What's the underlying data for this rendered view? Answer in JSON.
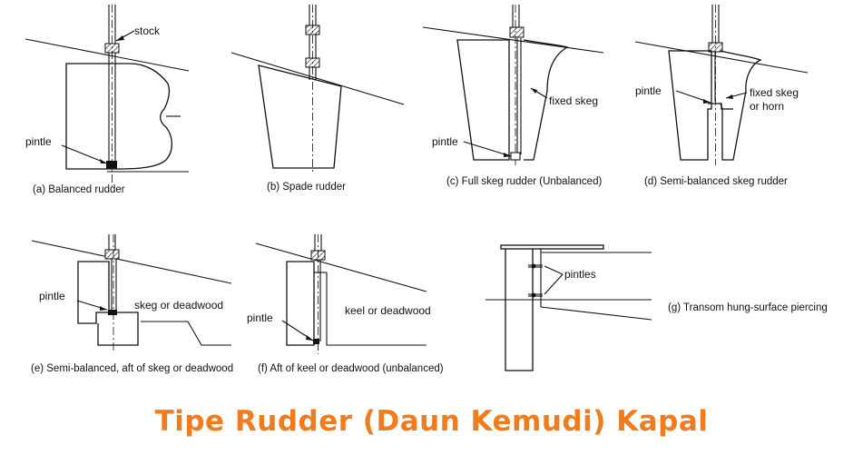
{
  "title": "Tipe Rudder (Daun Kemudi) Kapal",
  "colors": {
    "title": "#f07c1e",
    "lines": "#111111",
    "background": "#ffffff"
  },
  "figures": {
    "a": {
      "caption": "(a) Balanced rudder",
      "labels": [
        "stock",
        "pintle"
      ]
    },
    "b": {
      "caption": "(b) Spade rudder"
    },
    "c": {
      "caption": "(c) Full skeg rudder (Unbalanced)",
      "labels": [
        "fixed skeg",
        "pintle"
      ]
    },
    "d": {
      "caption": "(d) Semi-balanced skeg rudder",
      "labels": [
        "pintle",
        "fixed skeg",
        "or horn"
      ]
    },
    "e": {
      "caption": "(e) Semi-balanced, aft of skeg or deadwood",
      "labels": [
        "pintle",
        "skeg or deadwood"
      ]
    },
    "f": {
      "caption": "(f) Aft of keel or deadwood (unbalanced)",
      "labels": [
        "pintle",
        "keel or deadwood"
      ]
    },
    "g": {
      "caption": "(g) Transom hung-surface piercing",
      "labels": [
        "pintles"
      ]
    }
  }
}
